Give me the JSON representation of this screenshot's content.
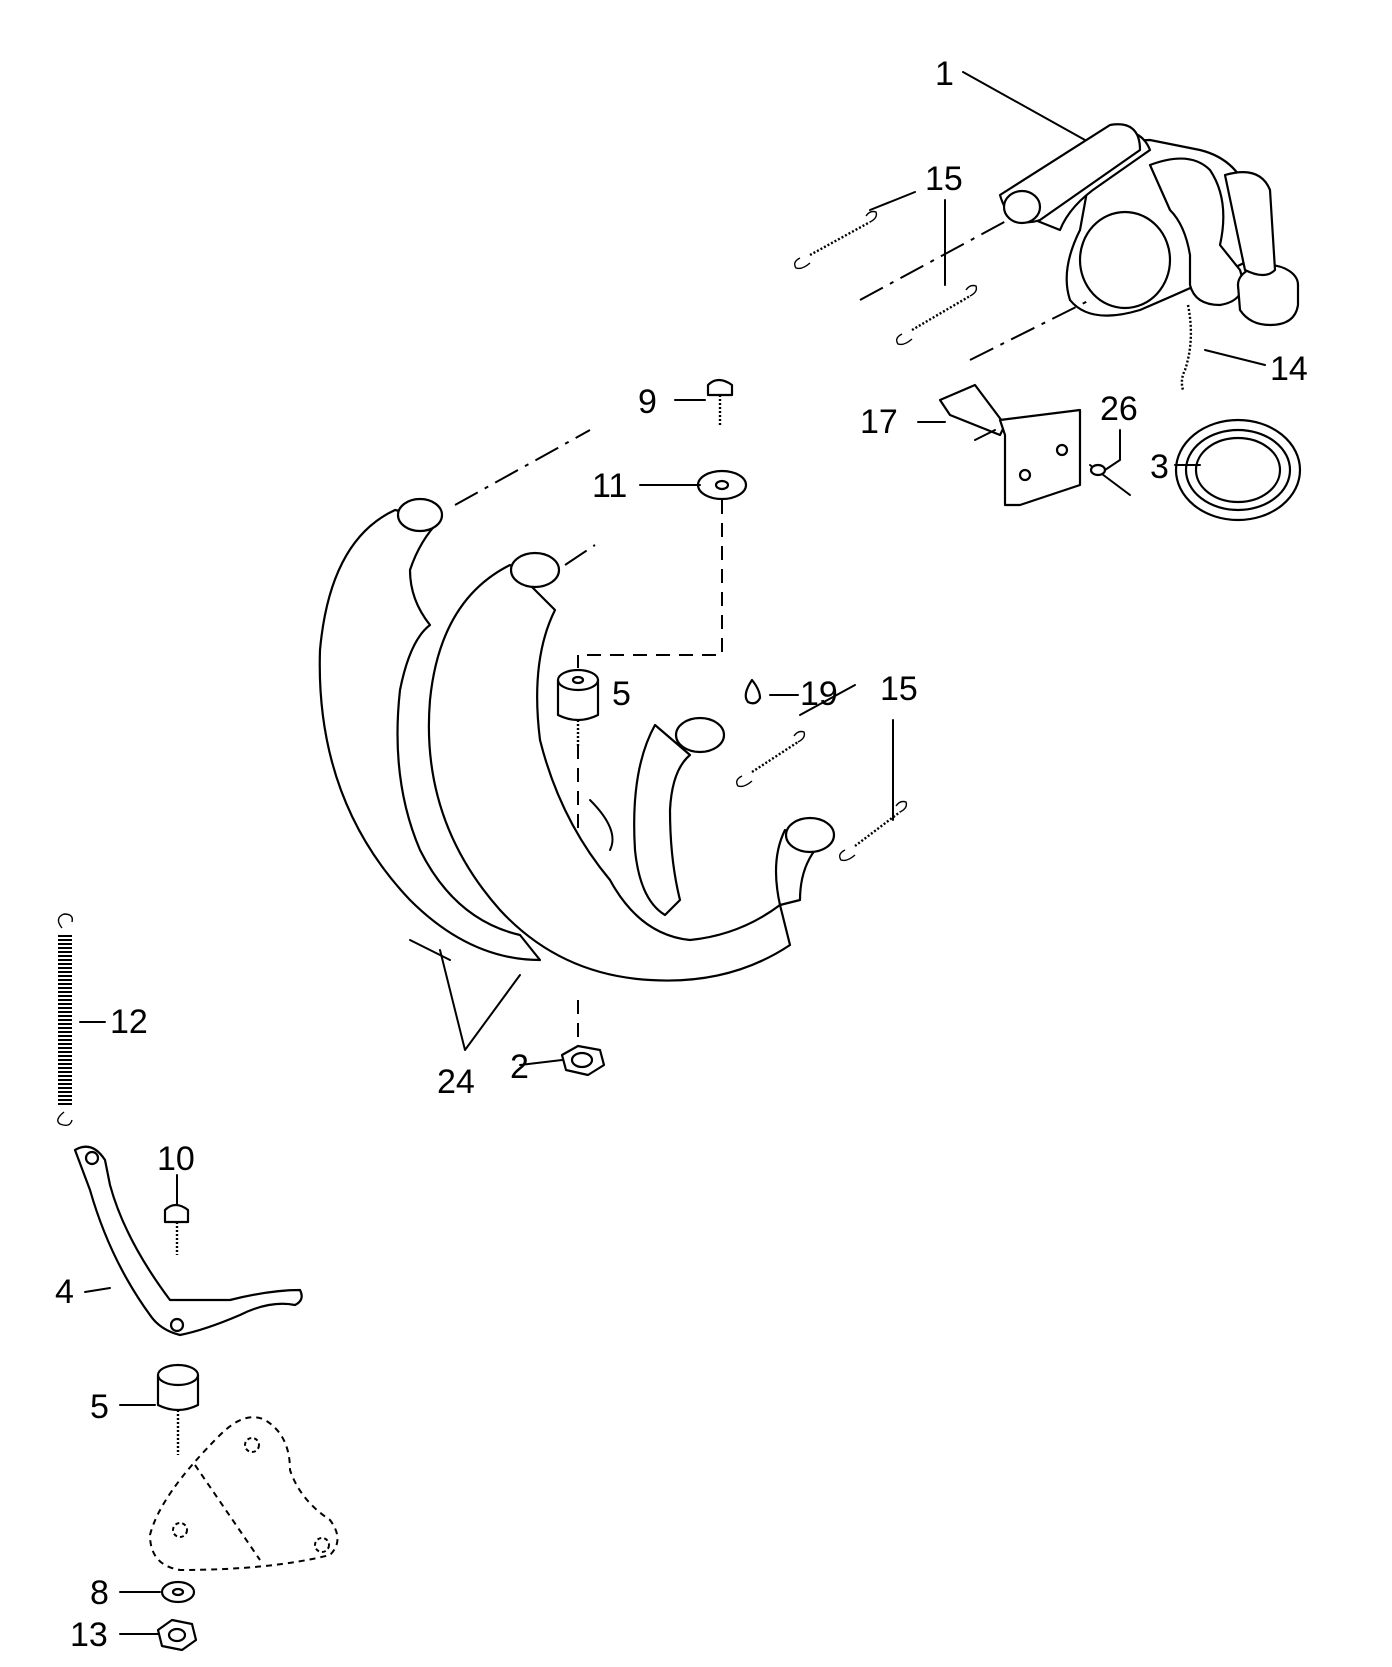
{
  "callouts": [
    {
      "id": "c1",
      "text": "1"
    },
    {
      "id": "c15a",
      "text": "15"
    },
    {
      "id": "c14",
      "text": "14"
    },
    {
      "id": "c9",
      "text": "9"
    },
    {
      "id": "c17",
      "text": "17"
    },
    {
      "id": "c26",
      "text": "26"
    },
    {
      "id": "c3",
      "text": "3"
    },
    {
      "id": "c11",
      "text": "11"
    },
    {
      "id": "c5a",
      "text": "5"
    },
    {
      "id": "c19",
      "text": "19"
    },
    {
      "id": "c15b",
      "text": "15"
    },
    {
      "id": "c12",
      "text": "12"
    },
    {
      "id": "c2",
      "text": "2"
    },
    {
      "id": "c24",
      "text": "24"
    },
    {
      "id": "c10",
      "text": "10"
    },
    {
      "id": "c4",
      "text": "4"
    },
    {
      "id": "c5b",
      "text": "5"
    },
    {
      "id": "c8",
      "text": "8"
    },
    {
      "id": "c13",
      "text": "13"
    }
  ],
  "colors": {
    "ink": "#000000",
    "paper": "#ffffff"
  }
}
